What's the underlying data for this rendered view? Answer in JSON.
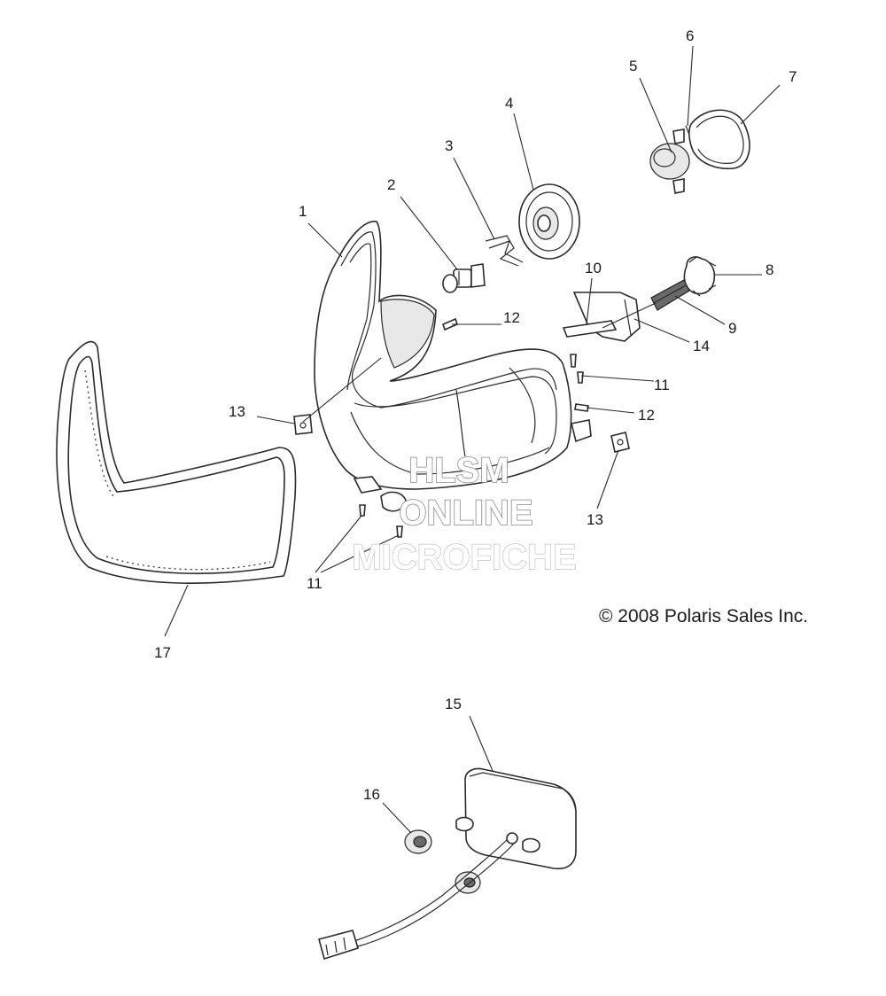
{
  "callouts": [
    {
      "id": "c1",
      "label": "1"
    },
    {
      "id": "c2",
      "label": "2"
    },
    {
      "id": "c3",
      "label": "3"
    },
    {
      "id": "c4",
      "label": "4"
    },
    {
      "id": "c5",
      "label": "5"
    },
    {
      "id": "c6",
      "label": "6"
    },
    {
      "id": "c7",
      "label": "7"
    },
    {
      "id": "c8",
      "label": "8"
    },
    {
      "id": "c9",
      "label": "9"
    },
    {
      "id": "c10",
      "label": "10"
    },
    {
      "id": "c11a",
      "label": "11"
    },
    {
      "id": "c11b",
      "label": "11"
    },
    {
      "id": "c12a",
      "label": "12"
    },
    {
      "id": "c12b",
      "label": "12"
    },
    {
      "id": "c13a",
      "label": "13"
    },
    {
      "id": "c13b",
      "label": "13"
    },
    {
      "id": "c14",
      "label": "14"
    },
    {
      "id": "c15",
      "label": "15"
    },
    {
      "id": "c16",
      "label": "16"
    },
    {
      "id": "c17",
      "label": "17"
    }
  ],
  "watermark": {
    "line1": "HLSM",
    "line2": "ONLINE",
    "line3": "MICROFICHE"
  },
  "copyright": "© 2008 Polaris Sales Inc."
}
